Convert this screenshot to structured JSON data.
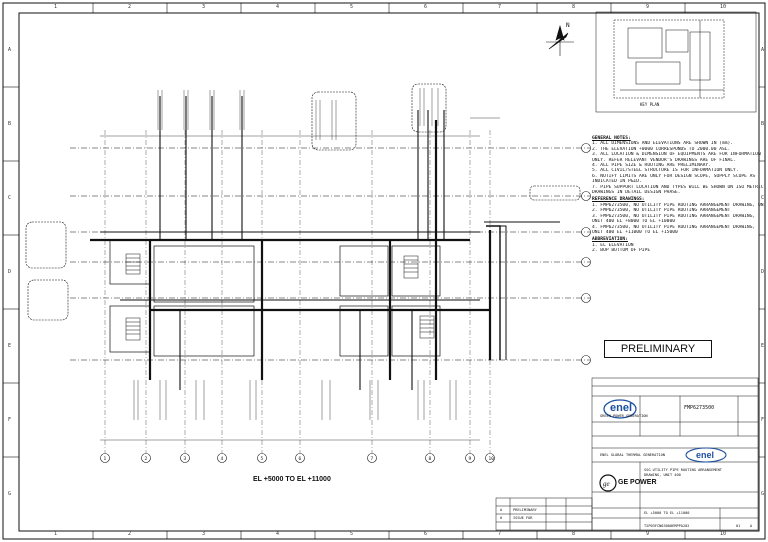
{
  "drawing": {
    "elevation_range": "EL +5000 TO EL +11000",
    "preliminary_stamp": "PRELIMINARY",
    "north_label": "N",
    "key_plan_label": "KEY PLAN"
  },
  "border_columns": [
    "1",
    "2",
    "3",
    "4",
    "5",
    "6",
    "7",
    "8",
    "9",
    "10"
  ],
  "border_rows": [
    "A",
    "B",
    "C",
    "D",
    "E",
    "F",
    "G"
  ],
  "grid_bubbles": [
    "1",
    "2",
    "3",
    "4",
    "5",
    "6",
    "7",
    "8",
    "9",
    "10"
  ],
  "notes": {
    "general_title": "GENERAL NOTES:",
    "general": [
      "1. ALL DIMENSIONS AND ELEVATIONS ARE SHOWN IN (mm).",
      "2. THE ELEVATION +0000 CORRESPONDS TO 2000.00 ASL.",
      "3. ALL LOCATION & DIMENSION OF EQUIPMENTS ARE FOR INFORMATION",
      "   ONLY. REFER RELEVANT VENDOR'S DRAWINGS ARE OF FINAL.",
      "4. ALL PIPE SIZE & ROUTING ARE PRELIMINARY.",
      "5. ALL CIVIL/STEEL STRUCTURE IS FOR INFORMATION ONLY.",
      "6. NOTIFY LIMITS ARE ONLY FOR DESIGN SCOPE, SUPPLY SCOPE AS",
      "   INDICATED IN P&ID.",
      "7. PIPE SUPPORT LOCATION AND TYPES WILL BE SHOWN ON ISO METRIC",
      "   DRAWINGS IN DETAIL DESIGN PHASE."
    ],
    "reference_title": "REFERENCE DRAWINGS:",
    "reference": [
      "1. FMP6273500, NO UTILITY PIPE ROUTING ARRANGEMENT DRAWING, UNIT 300",
      "2. FMP6273500, NO UTILITY PIPE ROUTING ARRANGEMENT",
      "3. FMP6273500, NO UTILITY PIPE ROUTING ARRANGEMENT DRAWING,",
      "   UNIT 400 EL +8000 TO EL +10000",
      "4. FMP6273500, NO UTILITY PIPE ROUTING ARRANGEMENT DRAWING,",
      "   UNIT 400 EL +11000 TO EL +15000"
    ],
    "abbr_title": "ABBREVIATION:",
    "abbr": [
      "1. EL    ELEVATION",
      "2. BOP   BOTTOM OF PIPE"
    ]
  },
  "title_block": {
    "client_brand": "enel",
    "client_sub": "GREEN POWER GENERATION",
    "doc_no_short": "FMP6273500",
    "owner_line1": "ENEL GLOBAL THERMAL GENERATION",
    "contractor": "GE POWER",
    "title_line1": "SSG UTILITY PIPE ROUTING ARRANGEMENT",
    "title_line2": "DRAWING, UNIT 400",
    "title_line3": "EL +5000 TO EL +11000",
    "doc_number": "T2P03FCN03000EMPPA202",
    "sheet": "01",
    "rev": "A",
    "revision_rows": [
      [
        "A",
        "PRELIMINARY"
      ],
      [
        "0",
        "ISSUE FOR"
      ]
    ]
  },
  "colors": {
    "line": "#111111",
    "brand_blue": "#1d4fa0",
    "brand_red": "#d23a2b"
  }
}
